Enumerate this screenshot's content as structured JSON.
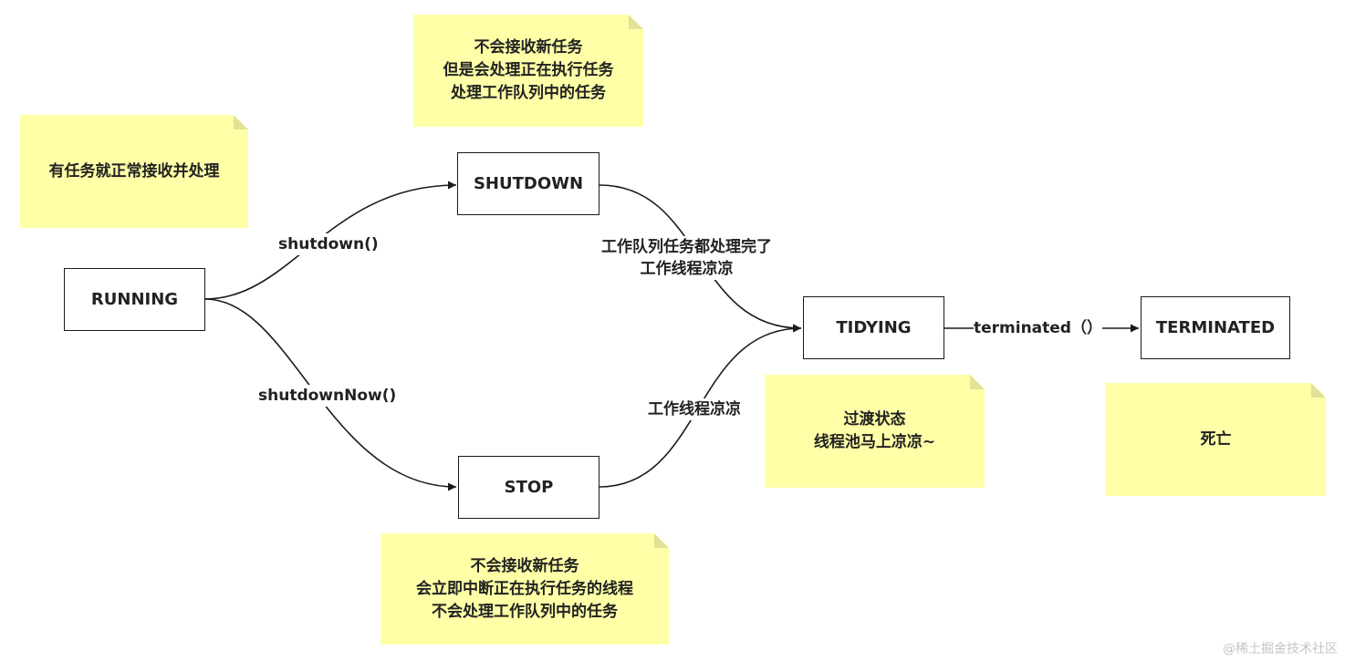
{
  "states": {
    "running": "RUNNING",
    "shutdown": "SHUTDOWN",
    "stop": "STOP",
    "tidying": "TIDYING",
    "terminated": "TERMINATED"
  },
  "transitions": {
    "shutdown_call": "shutdown()",
    "shutdown_now_call": "shutdownNow()",
    "shutdown_to_tidying": [
      "工作队列任务都处理完了",
      "工作线程凉凉"
    ],
    "stop_to_tidying": "工作线程凉凉",
    "terminated_call": "terminated（）"
  },
  "notes": {
    "running": [
      "有任务就正常接收并处理"
    ],
    "shutdown": [
      "不会接收新任务",
      "但是会处理正在执行任务",
      "处理工作队列中的任务"
    ],
    "stop": [
      "不会接收新任务",
      "会立即中断正在执行任务的线程",
      "不会处理工作队列中的任务"
    ],
    "tidying": [
      "过渡状态",
      "线程池马上凉凉~"
    ],
    "terminated": [
      "死亡"
    ]
  },
  "watermark": "@稀土掘金技术社区",
  "colors": {
    "note_fill": "#ffffa8",
    "border": "#1a1a1a",
    "text": "#222222"
  }
}
